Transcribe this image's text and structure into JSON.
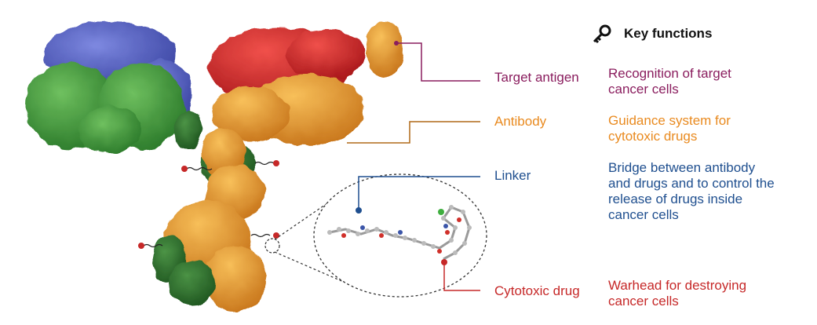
{
  "header": {
    "title": "Key functions",
    "icon": "key-icon"
  },
  "components": [
    {
      "key": "antigen",
      "label": "Target antigen",
      "description": "Recognition of target cancer cells",
      "color": "#8a1d5e"
    },
    {
      "key": "antibody",
      "label": "Antibody",
      "description": "Guidance system for cytotoxic drugs",
      "color": "#e98a1f"
    },
    {
      "key": "linker",
      "label": "Linker",
      "description": "Bridge between antibody and drugs and to control the release of drugs inside cancer cells",
      "color": "#1f4f8f"
    },
    {
      "key": "drug",
      "label": "Cytotoxic drug",
      "description": "Warhead for destroying cancer cells",
      "color": "#c62828"
    }
  ],
  "colors": {
    "heavy_chain_blue": "#5864c8",
    "light_chain_green": "#3f9a3a",
    "light_chain_dark_green": "#2e6e2a",
    "antibody_orange": "#e49a2c",
    "antigen_red": "#d22a2a",
    "antigen_small_orange": "#ef9a2e"
  }
}
